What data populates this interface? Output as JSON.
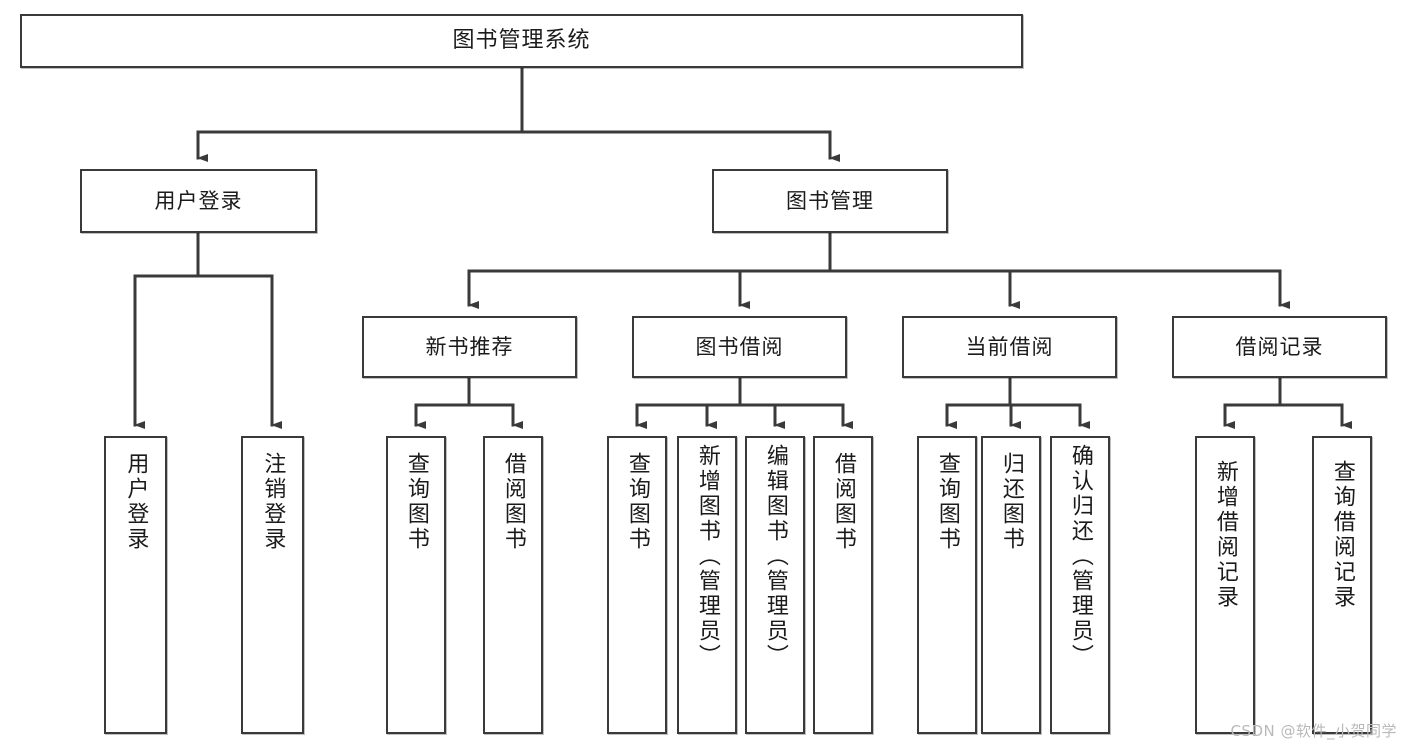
{
  "diagram": {
    "type": "tree-hierarchy-chart",
    "title": "图书管理系统",
    "watermark": "CSDN @软件_小贺同学",
    "root": {
      "id": "root",
      "label": "图书管理系统"
    },
    "level2": [
      {
        "id": "user-login",
        "label": "用户登录"
      },
      {
        "id": "book-manage",
        "label": "图书管理"
      }
    ],
    "level3": [
      {
        "id": "new-book-recommend",
        "label": "新书推荐",
        "parent": "book-manage"
      },
      {
        "id": "book-borrow",
        "label": "图书借阅",
        "parent": "book-manage"
      },
      {
        "id": "current-borrow",
        "label": "当前借阅",
        "parent": "book-manage"
      },
      {
        "id": "borrow-record",
        "label": "借阅记录",
        "parent": "book-manage"
      }
    ],
    "leaves": [
      {
        "id": "leaf-user-login",
        "label": "用户登录",
        "parent": "user-login"
      },
      {
        "id": "leaf-logout-login",
        "label": "注销登录",
        "parent": "user-login"
      },
      {
        "id": "leaf-query-book-1",
        "label": "查询图书",
        "parent": "new-book-recommend"
      },
      {
        "id": "leaf-borrow-book-1",
        "label": "借阅图书",
        "parent": "new-book-recommend"
      },
      {
        "id": "leaf-query-book-2",
        "label": "查询图书",
        "parent": "book-borrow"
      },
      {
        "id": "leaf-add-book",
        "label": "新增图书（管理员）",
        "parent": "book-borrow"
      },
      {
        "id": "leaf-edit-book",
        "label": "编辑图书（管理员）",
        "parent": "book-borrow"
      },
      {
        "id": "leaf-borrow-book-2",
        "label": "借阅图书",
        "parent": "book-borrow"
      },
      {
        "id": "leaf-query-book-3",
        "label": "查询图书",
        "parent": "current-borrow"
      },
      {
        "id": "leaf-return-book",
        "label": "归还图书",
        "parent": "current-borrow"
      },
      {
        "id": "leaf-confirm-return",
        "label": "确认归还（管理员）",
        "parent": "current-borrow"
      },
      {
        "id": "leaf-add-record",
        "label": "新增借阅记录",
        "parent": "borrow-record"
      },
      {
        "id": "leaf-query-record",
        "label": "查询借阅记录",
        "parent": "borrow-record"
      }
    ],
    "colors": {
      "stroke": "#3a3a3a",
      "text": "#1b1b1b",
      "background": "#ffffff",
      "watermark": "#b9b9b9"
    }
  }
}
